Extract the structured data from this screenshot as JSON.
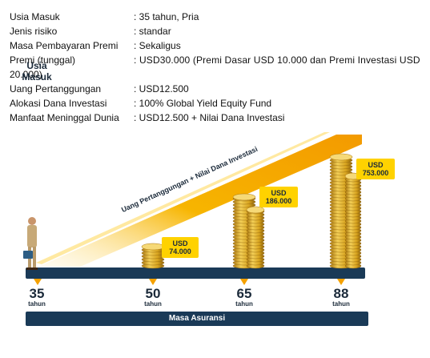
{
  "info": {
    "usia_label": "Usia Masuk",
    "usia_value": ": 35 tahun, Pria",
    "risiko_label": "Jenis risiko",
    "risiko_value": ": standar",
    "masa_premi_label": "Masa Pembayaran Premi",
    "masa_premi_value": ": Sekaligus",
    "premi_label": "Premi (tunggal)",
    "premi_value": ":  USD30.000 (Premi Dasar USD 10.000 dan Premi Investasi USD",
    "premi_value_cont": "20.000)",
    "up_label": "Uang Pertanggungan",
    "up_value": ": USD12.500",
    "alokasi_label": "Alokasi Dana Investasi",
    "alokasi_value": ": 100% Global Yield Equity Fund",
    "manfaat_label": "Manfaat Meninggal Dunia",
    "manfaat_value": ": USD12.500 + Nilai Dana Investasi",
    "separator": ":"
  },
  "illustration": {
    "entry_label": "Usia Masuk",
    "arrow_text": "Uang Pertanggungan + Nilai Dana Investasi",
    "ages": [
      {
        "age": "35",
        "unit": "tahun"
      },
      {
        "age": "50",
        "unit": "tahun"
      },
      {
        "age": "65",
        "unit": "tahun"
      },
      {
        "age": "88",
        "unit": "tahun"
      }
    ],
    "callouts": [
      {
        "currency": "USD",
        "amount": "74.000"
      },
      {
        "currency": "USD",
        "amount": "186.000"
      },
      {
        "currency": "USD",
        "amount": "753.000"
      }
    ],
    "period_label": "Masa Asuransi",
    "colors": {
      "bar": "#1a3a57",
      "accent": "#ffd200",
      "arrow": "#f5a100",
      "coin": "#d9a520"
    }
  }
}
